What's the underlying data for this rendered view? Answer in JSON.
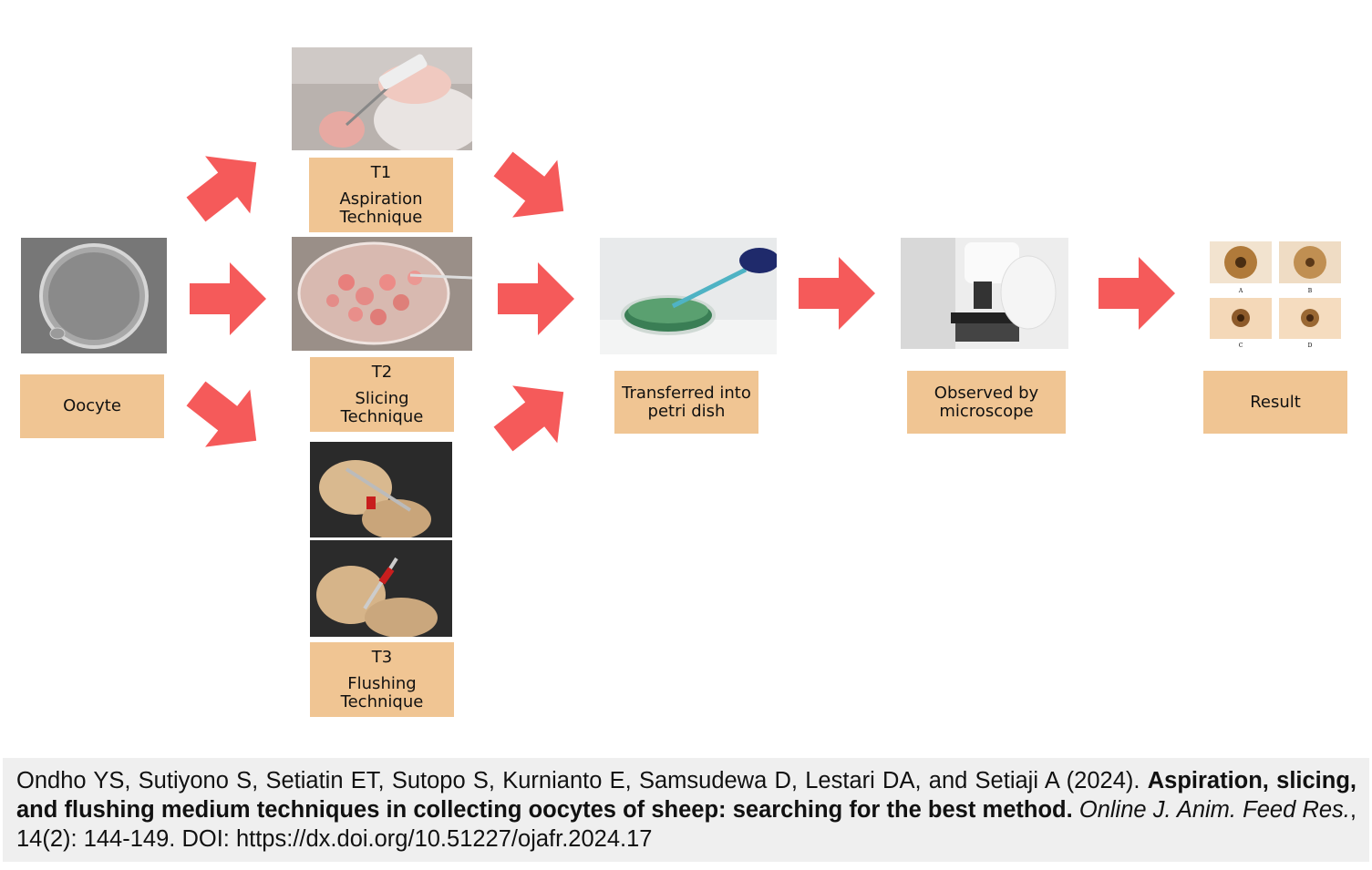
{
  "nodes": {
    "oocyte": {
      "label": "Oocyte"
    },
    "t1": {
      "code": "T1",
      "line1": "Aspiration",
      "line2": "Technique"
    },
    "t2": {
      "code": "T2",
      "line1": "Slicing",
      "line2": "Technique"
    },
    "t3": {
      "code": "T3",
      "line1": "Flushing",
      "line2": "Technique"
    },
    "transfer": {
      "line1": "Transferred into",
      "line2": "petri dish"
    },
    "observe": {
      "line1": "Observed by",
      "line2": "microscope"
    },
    "result": {
      "label": "Result",
      "panels": [
        "A",
        "B",
        "C",
        "D"
      ]
    }
  },
  "citation": {
    "authors": "Ondho YS, Sutiyono S, Setiatin ET, Sutopo S, Kurnianto E, Samsudewa D, Lestari DA, and Setiaji A (2024).",
    "title": "Aspiration, slicing, and flushing medium techniques in collecting oocytes of sheep: searching for the best method.",
    "journal": "Online J. Anim. Feed Res.",
    "volume": ", 14(2): 144-149. DOI: https://dx.doi.org/10.51227/ojafr.2024.17"
  },
  "colors": {
    "arrow": "#f55a5a",
    "label_box": "#f0c593",
    "citation_bg": "#efefef"
  }
}
